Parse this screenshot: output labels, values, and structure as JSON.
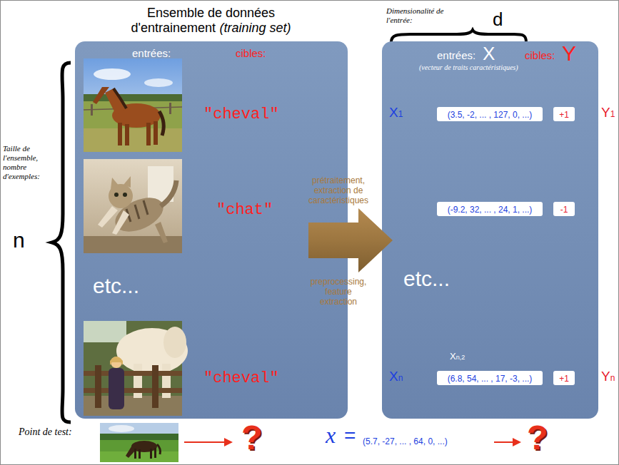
{
  "diagram": {
    "nodes": [
      {
        "text": [
          "Ensemble de données d'entrainement",
          "(training set)",
          "entrées:",
          "cibles:",
          "\"cheval\"",
          "\"chat\"",
          "etc...",
          "\"cheval\""
        ]
      },
      {
        "text": [
          "entrées:",
          "X",
          "(vecteur de traits caractéristiques)",
          "cibles:",
          "Y",
          "etc..."
        ]
      },
      {
        "text": [
          "(3.5, -2, ... , 127, 0, ...)"
        ],
        "in": 1
      },
      {
        "text": [
          "+1"
        ],
        "in": 1
      },
      {
        "text": [
          "(-9.2, 32, ... , 24, 1, ...)"
        ],
        "in": 1
      },
      {
        "text": [
          "-1"
        ],
        "in": 1
      },
      {
        "text": [
          "(6.8, 54, ... , 17, -3, ...)"
        ],
        "in": 1
      },
      {
        "text": [
          "+1"
        ],
        "in": 1
      }
    ],
    "edges": [
      {
        "from": 0,
        "to": 1,
        "arrow": "to"
      }
    ],
    "labels": [
      "Dimensionalité de l'entrée:",
      "d",
      "Taille de l'ensemble, nombre d'exemples:",
      "n",
      "prétraitement, extraction de caractéristiques",
      "preprocessing, feature extraction",
      "X1",
      "Y1",
      "Xn,2",
      "Xn",
      "Yn",
      "Point de test:",
      "?",
      "x",
      "=",
      "(5.7, -27, ... , 64, 0, ...)",
      "?"
    ]
  }
}
